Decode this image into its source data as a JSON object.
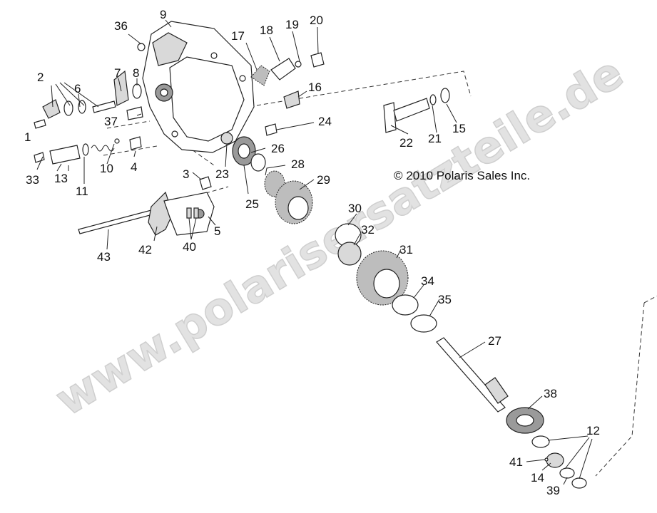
{
  "watermark": "www.polarisersatzteile.de",
  "copyright": "© 2010 Polaris Sales Inc.",
  "callouts": {
    "c1": "1",
    "c2": "2",
    "c3": "3",
    "c4": "4",
    "c5": "5",
    "c6": "6",
    "c7": "7",
    "c8": "8",
    "c9": "9",
    "c10": "10",
    "c11": "11",
    "c12": "12",
    "c13": "13",
    "c14": "14",
    "c15": "15",
    "c16": "16",
    "c17": "17",
    "c18": "18",
    "c19": "19",
    "c20": "20",
    "c21": "21",
    "c22": "22",
    "c23": "23",
    "c24": "24",
    "c25": "25",
    "c26": "26",
    "c27": "27",
    "c28": "28",
    "c29": "29",
    "c30": "30",
    "c31": "31",
    "c32": "32",
    "c33": "33",
    "c34": "34",
    "c35": "35",
    "c36": "36",
    "c37": "37",
    "c38": "38",
    "c39": "39",
    "c40": "40",
    "c41": "41",
    "c42": "42",
    "c43": "43"
  }
}
